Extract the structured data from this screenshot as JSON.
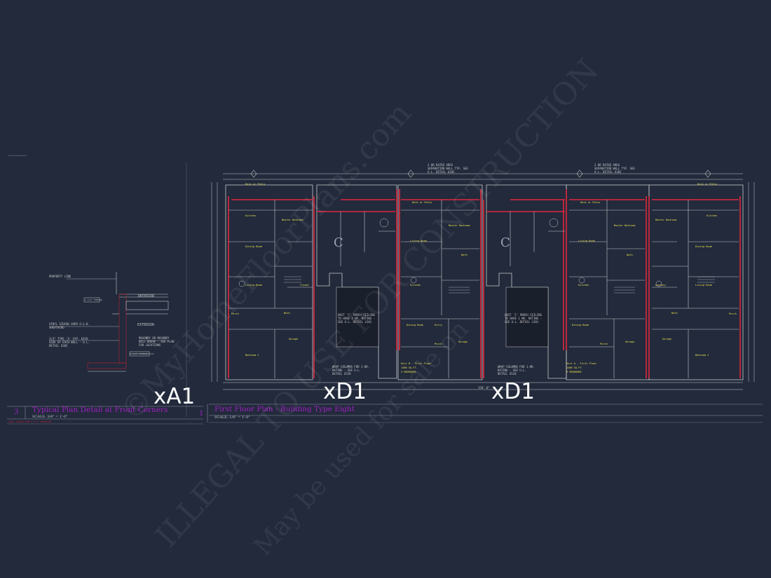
{
  "labels": {
    "xa1": "xA1",
    "xd1_left": "xD1",
    "xd1_right": "xD1"
  },
  "detail_title": {
    "number": "3",
    "title": "Typical Plan Detail at Front Corners",
    "scale": "SCALE: 3/4\" = 1'-0\""
  },
  "plan_title": {
    "number": "1",
    "title": "First Floor Plan - Building Type Eight",
    "scale": "SCALE: 1/8\" = 1'-0\""
  },
  "detail_notes": {
    "property_line": "PROPERTY LINE",
    "interior": "INTERIOR",
    "exterior": "EXTERIOR",
    "vinyl_siding": "VINYL SIDING OVER O.S.B. SHEATHING",
    "corner_trim": "3/4\" TYPE 'X' GYP. EACH SIDE OF EACH WALL - U.L. DETAIL U305",
    "masonry": "MASONRY OR MASONRY WILL BREAK - SEE PLAN FOR LOCATIONS",
    "dim_top": "1 1/2\" TYPICAL",
    "dim_bottom": "1 1/2\" TYPICAL"
  },
  "plan_notes": {
    "rated_area_left": "2 HR RATED AREA SEPARATION WALL TYP. SEE U.L. DETAIL U305",
    "rated_area_right": "2 HR RATED AREA SEPARATION WALL TYP. SEE U.L. DETAIL U305",
    "porch_left": "UNIT 'C' PORCH CEILING TO HAVE 1 HR. RATING - SEE U.L. DETAIL L501",
    "porch_right": "UNIT 'C' PORCH CEILING TO HAVE 1 HR. RATING - SEE U.L. DETAIL L501",
    "column_left": "WRAP COLUMNS FOR 1-HR. RATING - SEE U.L. DETAIL X528",
    "column_right": "WRAP COLUMNS FOR 1-HR. RATING - SEE U.L. DETAIL X528",
    "unit_c": "C",
    "overall_dim": "150'-0\""
  },
  "rooms": {
    "deck": "Deck or Patio",
    "kitchen": "Kitchen",
    "master": "Master Bedroom",
    "dining": "Dining Room",
    "living": "Living Room",
    "bedroom2": "Bedroom 2",
    "bath": "Bath",
    "porch": "Porch",
    "garage": "Garage",
    "entry": "Entry",
    "laundry": "Laundry",
    "closet": "Closet"
  },
  "unit_notes": {
    "unit_a": "Unit A - First Floor",
    "unit_b": "Unit B - First Floor",
    "sqft": "1480 SQ.FT.",
    "beds": "3 BEDROOMS"
  },
  "watermarks": {
    "w1": "©MyHomeFloorPlans.com",
    "w2": "ILLEGAL TO USE FOR CONSTRUCTION",
    "w3": "May be used for sale on"
  },
  "colors": {
    "background": "#222a3c",
    "linework": "#c8c8c8",
    "red_walls": "#e0283c",
    "title_magenta": "#a020c0",
    "room_yellow": "#e8e04a",
    "label_white": "#ffffff"
  }
}
